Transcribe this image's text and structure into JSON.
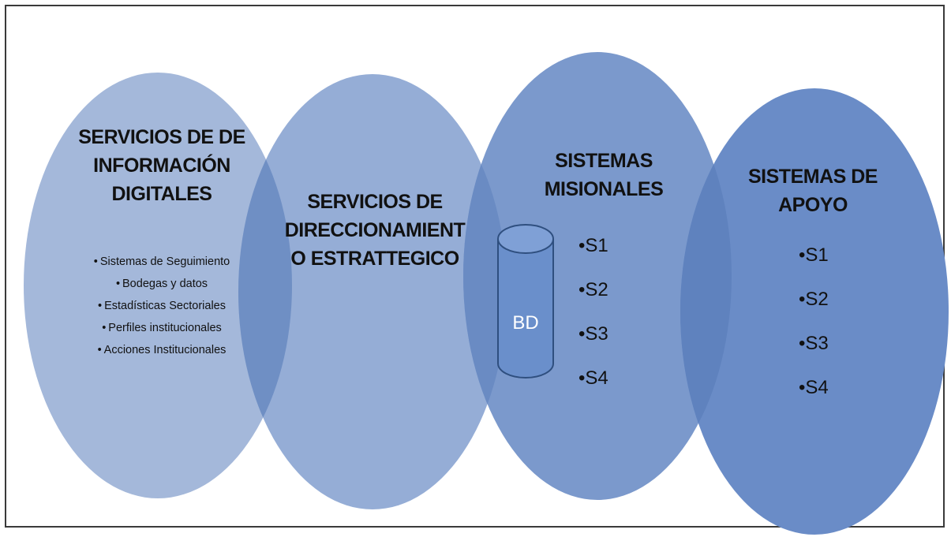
{
  "colors": {
    "circle_fill_1": "#a4b8da",
    "circle_fill_2": "#95add6",
    "circle_fill_3": "#7b99cc",
    "circle_fill_4": "#6a8cc7",
    "overlap": "#5f82be",
    "cylinder_fill": "#6a8fcb",
    "cylinder_stroke": "#2f4f7f",
    "frame_border": "#3a3a3a"
  },
  "circles": [
    {
      "title": "SERVICIOS DE DE INFORMACIÓN DIGITALES",
      "title_lines": [
        "SERVICIOS DE DE",
        "INFORMACIÓN",
        "DIGITALES"
      ],
      "items": [
        "Sistemas de Seguimiento",
        "Bodegas y datos",
        "Estadísticas Sectoriales",
        "Perfiles institucionales",
        "Acciones Institucionales"
      ]
    },
    {
      "title": "SERVICIOS DE DIRECCIONAMIENTO ESTRATTEGICO",
      "title_lines": [
        "SERVICIOS DE",
        "DIRECCIONAMIENT",
        "O ESTRATTEGICO"
      ]
    },
    {
      "title": "SISTEMAS MISIONALES",
      "title_lines": [
        "SISTEMAS",
        "MISIONALES"
      ],
      "database_label": "BD",
      "items": [
        "S1",
        "S2",
        "S3",
        "S4"
      ]
    },
    {
      "title": "SISTEMAS DE APOYO",
      "title_lines": [
        "SISTEMAS DE",
        "APOYO"
      ],
      "items": [
        "S1",
        "S2",
        "S3",
        "S4"
      ]
    }
  ]
}
